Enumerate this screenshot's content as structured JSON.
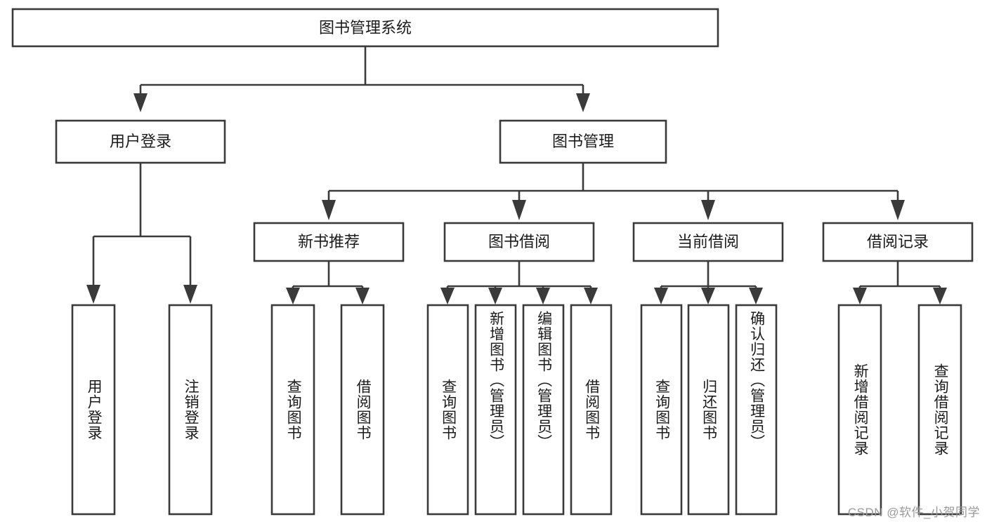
{
  "diagram": {
    "type": "tree",
    "title": "图书管理系统",
    "watermark": "CSDN @软件_小贺同学",
    "colors": {
      "background": "#ffffff",
      "stroke": "#3a3a3a",
      "box_fill": "#ffffff",
      "text": "#1b1b1b",
      "watermark": "#9a9a9a"
    },
    "root": {
      "label": "图书管理系统"
    },
    "level2": [
      {
        "label": "用户登录"
      },
      {
        "label": "图书管理"
      }
    ],
    "level3": [
      {
        "label": "新书推荐"
      },
      {
        "label": "图书借阅"
      },
      {
        "label": "当前借阅"
      },
      {
        "label": "借阅记录"
      }
    ],
    "leaves": {
      "user_login": [
        {
          "label": "用户登录"
        },
        {
          "label": "注销登录"
        }
      ],
      "new_book_recommend": [
        {
          "label": "查询图书"
        },
        {
          "label": "借阅图书"
        }
      ],
      "book_borrow": [
        {
          "label": "查询图书"
        },
        {
          "label": "新增图书（管理员）"
        },
        {
          "label": "编辑图书（管理员）"
        },
        {
          "label": "借阅图书"
        }
      ],
      "current_borrow": [
        {
          "label": "查询图书"
        },
        {
          "label": "归还图书"
        },
        {
          "label": "确认归还（管理员）"
        }
      ],
      "borrow_record": [
        {
          "label": "新增借阅记录"
        },
        {
          "label": "查询借阅记录"
        }
      ]
    }
  }
}
